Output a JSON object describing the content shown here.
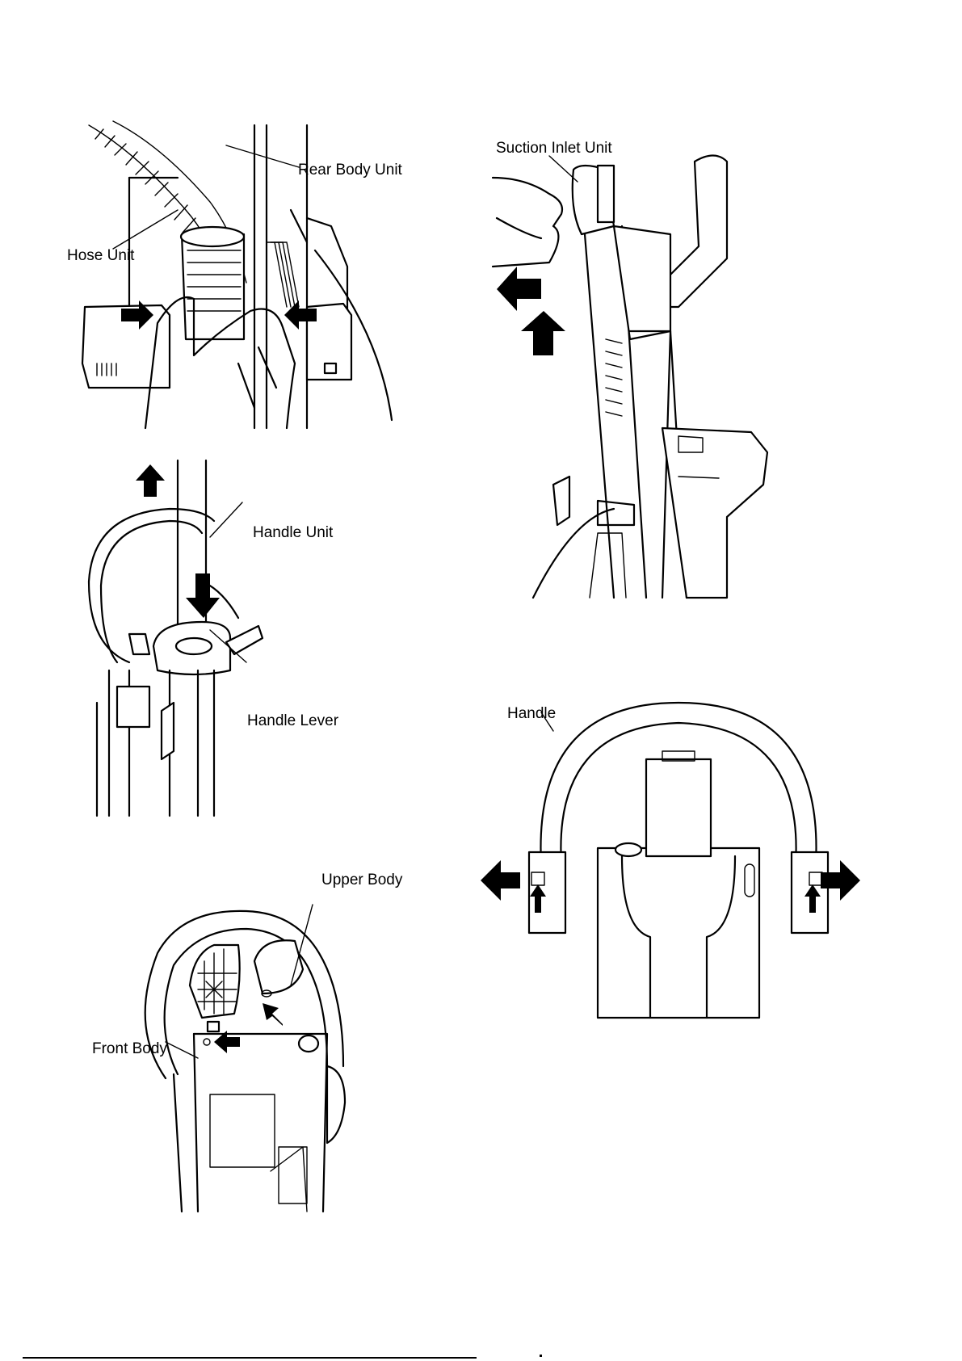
{
  "figures": {
    "hose": {
      "labels": {
        "rear_body_unit": "Rear Body Unit",
        "hose_unit": "Hose Unit"
      }
    },
    "suction": {
      "labels": {
        "suction_inlet_unit": "Suction Inlet Unit"
      }
    },
    "handle_unit": {
      "labels": {
        "handle_unit": "Handle Unit",
        "handle_lever": "Handle Lever"
      }
    },
    "handle": {
      "labels": {
        "handle": "Handle"
      }
    },
    "upper_body": {
      "labels": {
        "upper_body": "Upper Body",
        "front_body": "Front Body"
      }
    }
  },
  "colors": {
    "line": "#000000",
    "background": "#ffffff"
  }
}
